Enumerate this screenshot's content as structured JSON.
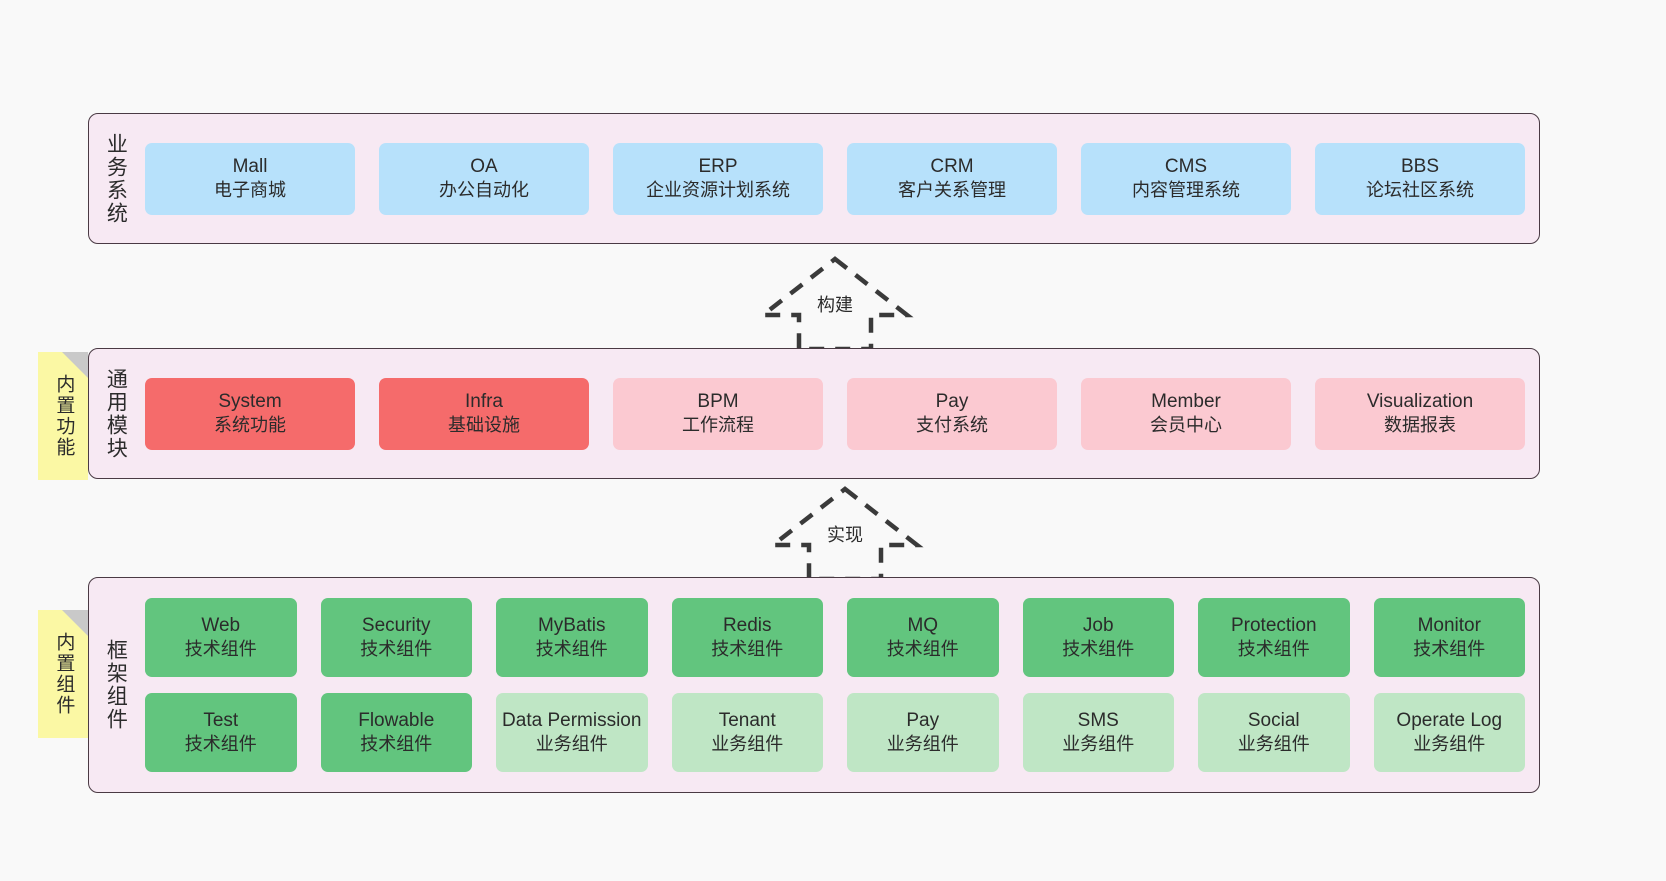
{
  "diagram": {
    "title_layers": [
      "业务系统",
      "通用模块",
      "框架组件"
    ],
    "colors": {
      "layer_background": "#f7e9f3",
      "layer_border": "#4a3a44",
      "business_card": "#b7e1fb",
      "module_core": "#f56b6b",
      "module_optional": "#fbc9d1",
      "component_tech": "#62c57e",
      "component_business": "#bfe6c5",
      "sticky": "#fbf8a4",
      "canvas": "#f9f9f9"
    }
  },
  "business_layer": {
    "label": "业务系统",
    "cards": [
      {
        "name": "Mall",
        "desc": "电子商城"
      },
      {
        "name": "OA",
        "desc": "办公自动化"
      },
      {
        "name": "ERP",
        "desc": "企业资源计划系统"
      },
      {
        "name": "CRM",
        "desc": "客户关系管理"
      },
      {
        "name": "CMS",
        "desc": "内容管理系统"
      },
      {
        "name": "BBS",
        "desc": "论坛社区系统"
      }
    ]
  },
  "arrow_build": {
    "label": "构建",
    "direction": "up",
    "style": "dashed-hollow"
  },
  "common_layer": {
    "label": "通用模块",
    "sticky": "内置功能",
    "cards": [
      {
        "name": "System",
        "desc": "系统功能",
        "tone": "core"
      },
      {
        "name": "Infra",
        "desc": "基础设施",
        "tone": "core"
      },
      {
        "name": "BPM",
        "desc": "工作流程",
        "tone": "optional"
      },
      {
        "name": "Pay",
        "desc": "支付系统",
        "tone": "optional"
      },
      {
        "name": "Member",
        "desc": "会员中心",
        "tone": "optional"
      },
      {
        "name": "Visualization",
        "desc": "数据报表",
        "tone": "optional"
      }
    ]
  },
  "arrow_impl": {
    "label": "实现",
    "direction": "up",
    "style": "dashed-hollow"
  },
  "framework_layer": {
    "label": "框架组件",
    "sticky": "内置组件",
    "row1": [
      {
        "name": "Web",
        "desc": "技术组件",
        "tone": "tech"
      },
      {
        "name": "Security",
        "desc": "技术组件",
        "tone": "tech"
      },
      {
        "name": "MyBatis",
        "desc": "技术组件",
        "tone": "tech"
      },
      {
        "name": "Redis",
        "desc": "技术组件",
        "tone": "tech"
      },
      {
        "name": "MQ",
        "desc": "技术组件",
        "tone": "tech"
      },
      {
        "name": "Job",
        "desc": "技术组件",
        "tone": "tech"
      },
      {
        "name": "Protection",
        "desc": "技术组件",
        "tone": "tech"
      },
      {
        "name": "Monitor",
        "desc": "技术组件",
        "tone": "tech"
      }
    ],
    "row2": [
      {
        "name": "Test",
        "desc": "技术组件",
        "tone": "tech"
      },
      {
        "name": "Flowable",
        "desc": "技术组件",
        "tone": "tech"
      },
      {
        "name": "Data Permission",
        "desc": "业务组件",
        "tone": "business"
      },
      {
        "name": "Tenant",
        "desc": "业务组件",
        "tone": "business"
      },
      {
        "name": "Pay",
        "desc": "业务组件",
        "tone": "business"
      },
      {
        "name": "SMS",
        "desc": "业务组件",
        "tone": "business"
      },
      {
        "name": "Social",
        "desc": "业务组件",
        "tone": "business"
      },
      {
        "name": "Operate Log",
        "desc": "业务组件",
        "tone": "business"
      }
    ]
  }
}
